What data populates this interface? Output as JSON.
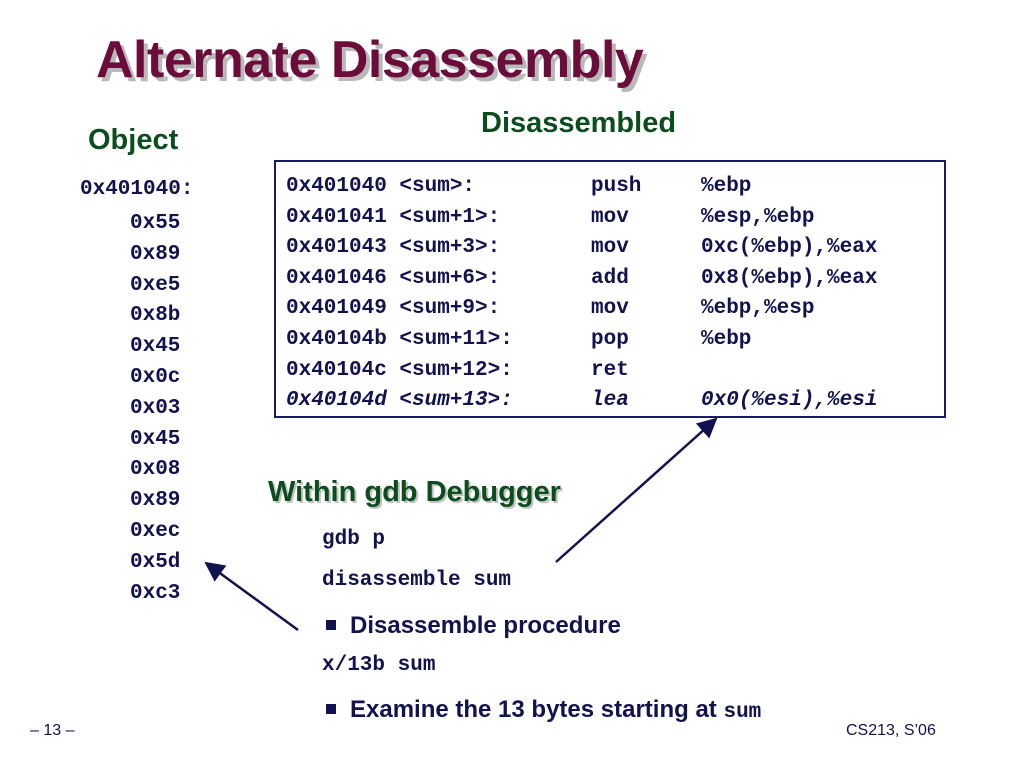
{
  "title": "Alternate Disassembly",
  "object": {
    "heading": "Object",
    "address": "0x401040:",
    "bytes": [
      "0x55",
      "0x89",
      "0xe5",
      "0x8b",
      "0x45",
      "0x0c",
      "0x03",
      "0x45",
      "0x08",
      "0x89",
      "0xec",
      "0x5d",
      "0xc3"
    ]
  },
  "disassembled": {
    "heading": "Disassembled",
    "rows": [
      {
        "addr": "0x401040 <sum>:",
        "op": "push",
        "args": "%ebp",
        "italic": false
      },
      {
        "addr": "0x401041 <sum+1>:",
        "op": "mov",
        "args": "%esp,%ebp",
        "italic": false
      },
      {
        "addr": "0x401043 <sum+3>:",
        "op": "mov",
        "args": "0xc(%ebp),%eax",
        "italic": false
      },
      {
        "addr": "0x401046 <sum+6>:",
        "op": "add",
        "args": "0x8(%ebp),%eax",
        "italic": false
      },
      {
        "addr": "0x401049 <sum+9>:",
        "op": "mov",
        "args": "%ebp,%esp",
        "italic": false
      },
      {
        "addr": "0x40104b <sum+11>:",
        "op": "pop",
        "args": "%ebp",
        "italic": false
      },
      {
        "addr": "0x40104c <sum+12>:",
        "op": "ret",
        "args": "",
        "italic": false
      },
      {
        "addr": "0x40104d <sum+13>:",
        "op": "lea",
        "args": "0x0(%esi),%esi",
        "italic": true
      }
    ]
  },
  "gdb": {
    "heading": "Within gdb Debugger",
    "cmd1": "gdb p",
    "cmd2": "disassemble sum",
    "bullet1": "Disassemble procedure",
    "cmd3": "x/13b sum",
    "bullet2_text": "Examine the 13 bytes starting at ",
    "bullet2_code": "sum"
  },
  "footer": {
    "page": "– 13 –",
    "course": "CS213, S’06"
  },
  "colors": {
    "title": "#6b0c3b",
    "heading": "#0b4d1c",
    "body_text": "#12124e"
  }
}
